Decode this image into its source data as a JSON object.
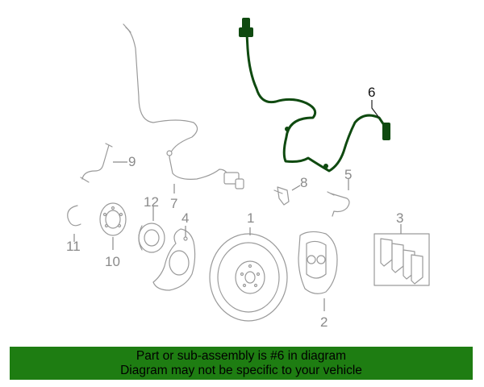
{
  "colors": {
    "banner_bg": "#1e7d12",
    "highlight_part": "#0f4a10",
    "outline": "#9a9a9a",
    "callout_text": "#8a8a8a"
  },
  "callouts": {
    "c1": "1",
    "c2": "2",
    "c3": "3",
    "c4": "4",
    "c5": "5",
    "c6": "6",
    "c7": "7",
    "c8": "8",
    "c9": "9",
    "c10": "10",
    "c11": "11",
    "c12": "12"
  },
  "banner": {
    "line1": "Part or sub-assembly is #6 in diagram",
    "line2": "Diagram may not be specific to your vehicle"
  }
}
